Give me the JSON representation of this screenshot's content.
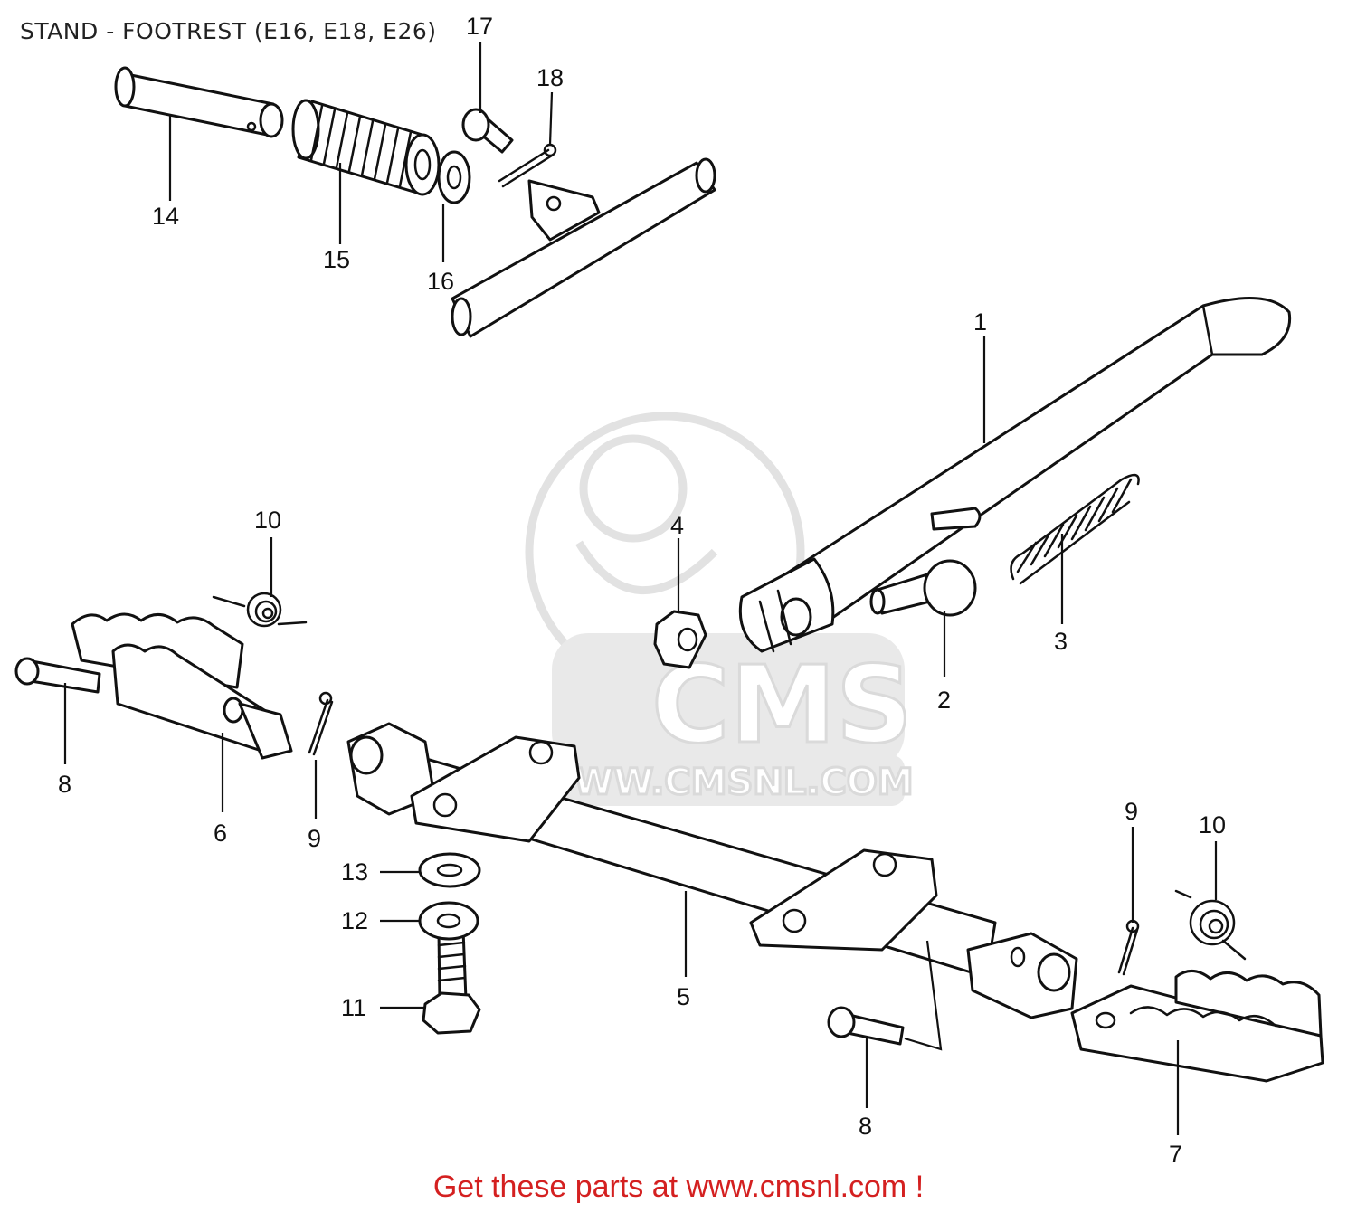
{
  "title": "STAND - FOOTREST (E16, E18, E26)",
  "footer": "Get these parts at www.cmsnl.com !",
  "watermark": {
    "brand": "CMS",
    "url": "WWW.CMSNL.COM"
  },
  "callouts": [
    "1",
    "2",
    "3",
    "4",
    "5",
    "6",
    "7",
    "8",
    "8",
    "9",
    "9",
    "10",
    "10",
    "11",
    "12",
    "13",
    "14",
    "15",
    "16",
    "17",
    "18"
  ],
  "colors": {
    "line": "#111111",
    "footer": "#d42020",
    "watermark": "#e2e2e2"
  }
}
